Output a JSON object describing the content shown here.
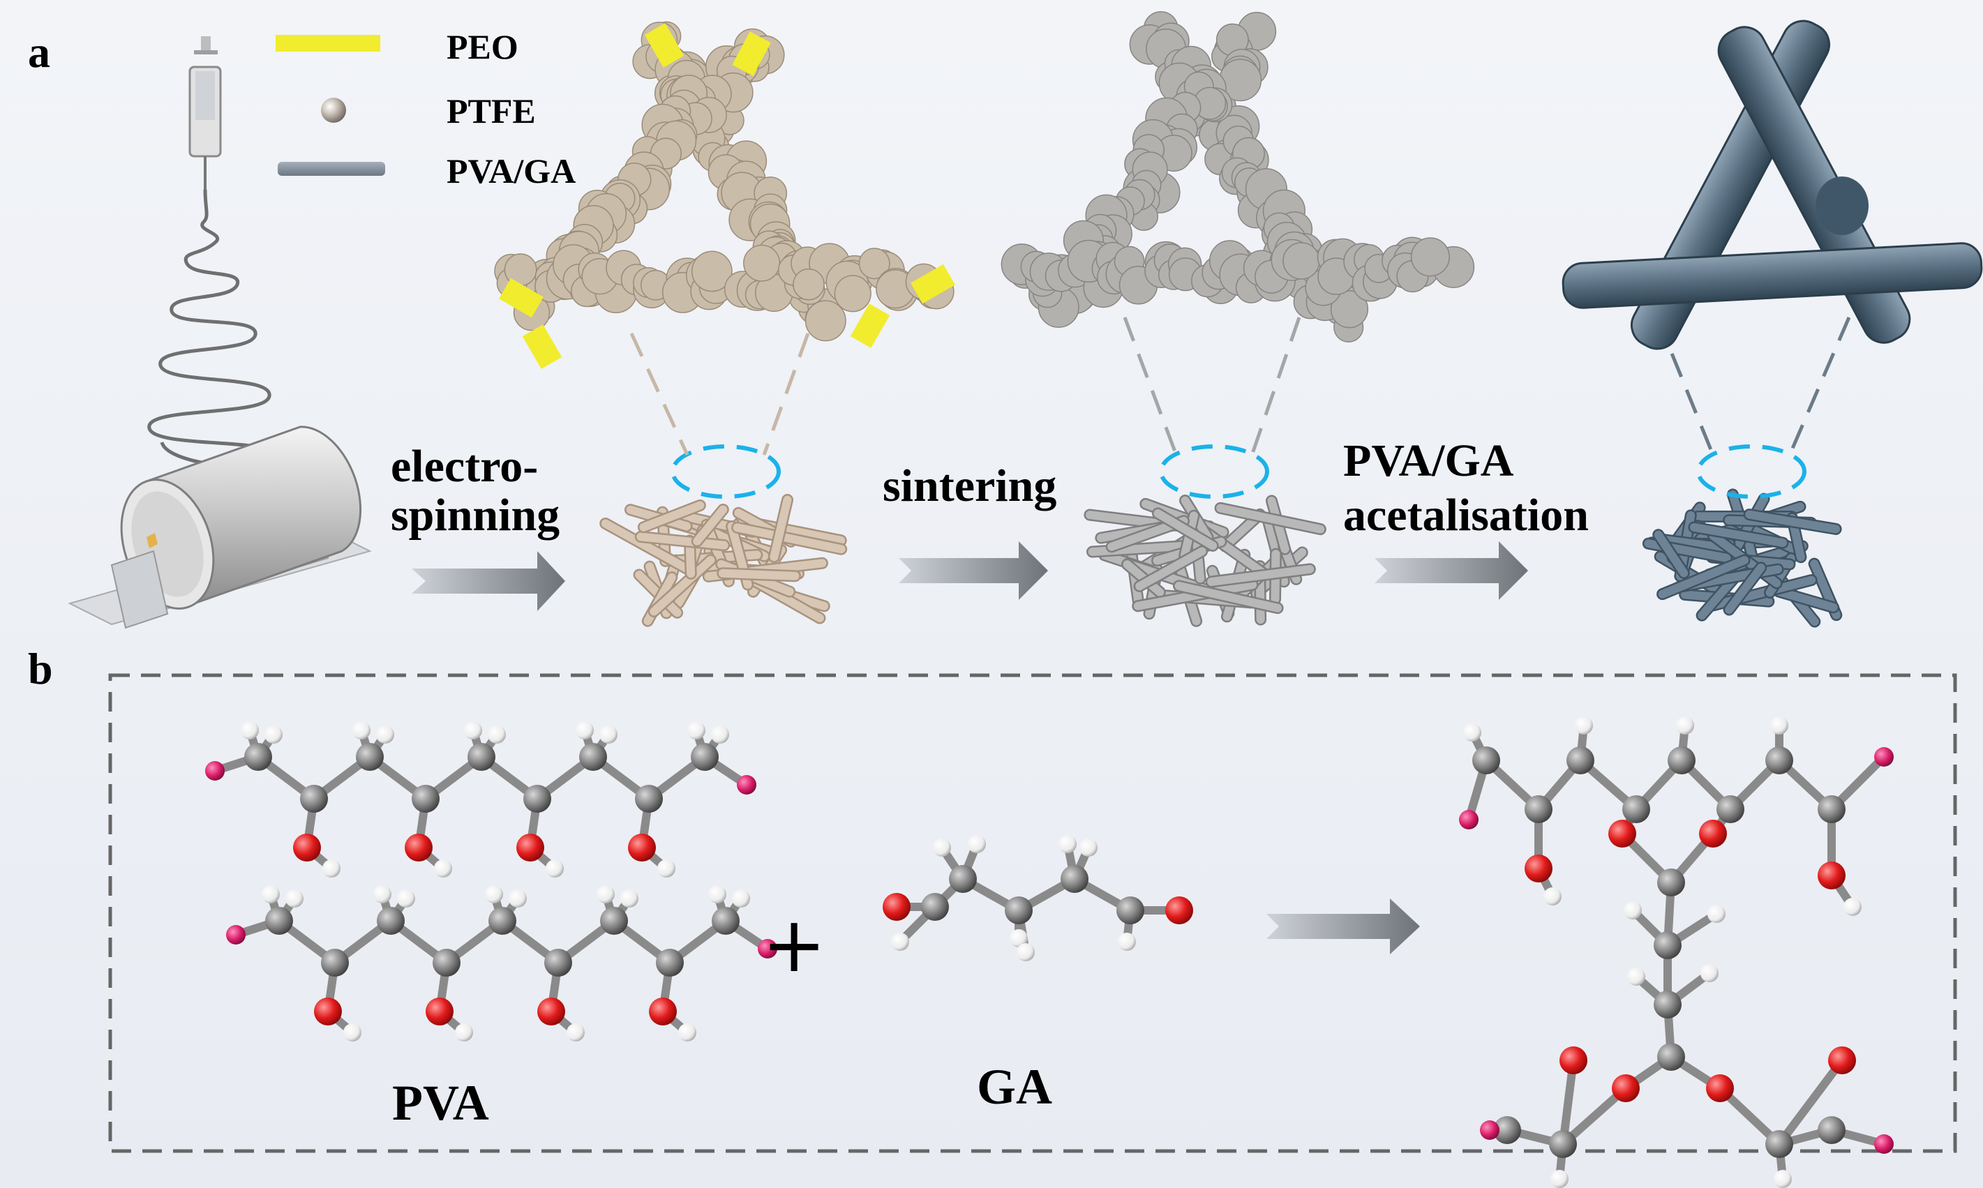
{
  "panels": {
    "a": "a",
    "b": "b"
  },
  "legend": [
    {
      "label": "PEO",
      "icon": "yellow-bar-icon",
      "color": "#f2ec2e"
    },
    {
      "label": "PTFE",
      "icon": "grey-sphere-icon",
      "color": "#b9b0a6"
    },
    {
      "label": "PVA/GA",
      "icon": "slate-bar-icon",
      "color": "#7f8b98"
    }
  ],
  "steps": {
    "electrospinning": [
      "electro-",
      "spinning"
    ],
    "sintering": [
      "sintering"
    ],
    "acetalisation": [
      "PVA/GA",
      "acetalisation"
    ]
  },
  "molecules": {
    "pva": "PVA",
    "plus": "+",
    "ga": "GA"
  },
  "colors": {
    "carbon": "#7d7d7d",
    "oxygen": "#e21b1b",
    "hydrogen": "#f4f4f4",
    "terminal": "#d81b66",
    "peo": "#f2ec2e",
    "ptfe_fiber": "#c9b7a3",
    "ptfe_sintered": "#b0aeab",
    "pva_fiber": "#5e7384",
    "dash_highlight": "#1ab2e8"
  }
}
